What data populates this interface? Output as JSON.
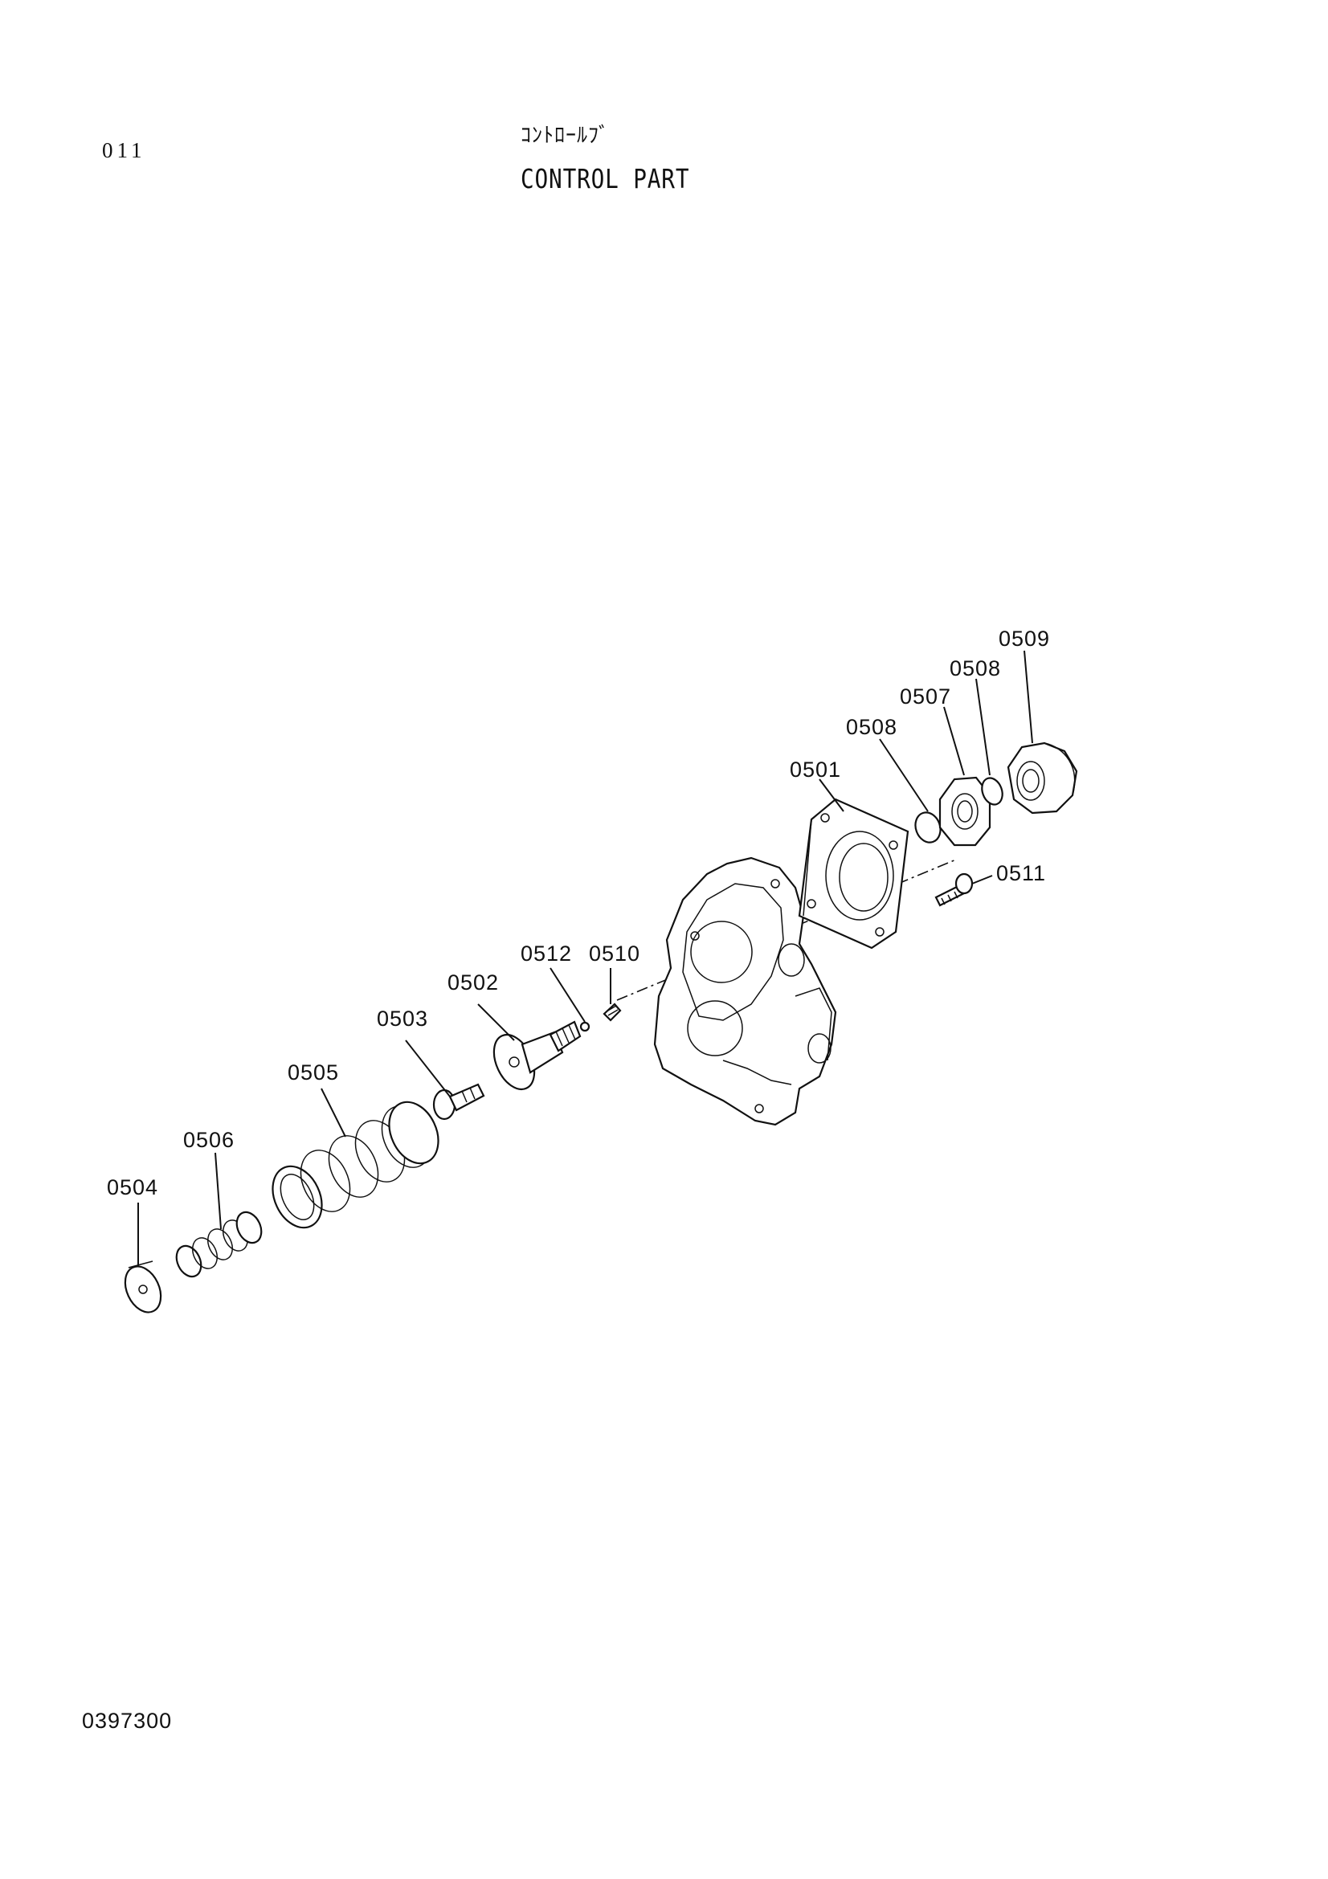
{
  "header": {
    "page_number": "011",
    "title_jp": "ｺﾝﾄﾛｰﾙﾌﾞ",
    "title_en": "CONTROL PART"
  },
  "callouts": [
    "0501",
    "0502",
    "0503",
    "0504",
    "0505",
    "0506",
    "0507",
    "0508",
    "0508",
    "0509",
    "0510",
    "0511",
    "0512"
  ],
  "footer": {
    "drawing_code": "0397300"
  }
}
